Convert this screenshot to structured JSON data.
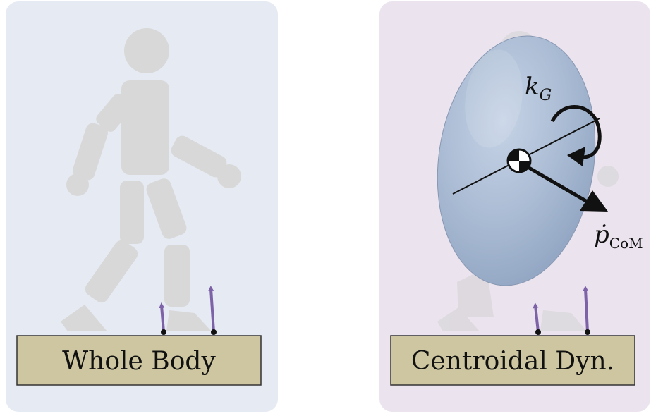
{
  "left_panel": {
    "label": "Whole Body"
  },
  "right_panel": {
    "label": "Centroidal Dyn.",
    "angular_momentum_symbol": "k",
    "angular_momentum_subscript": "G",
    "linear_momentum_symbol": "ṗ",
    "linear_momentum_subscript": "CoM"
  },
  "colors": {
    "left_panel_bg": "#e6eaf2",
    "right_panel_bg": "#ebe3ee",
    "label_box_fill": "#cdc6a0",
    "force_arrow": "#7d62a8",
    "body_silhouette": "#d8d8d8",
    "ellipsoid": "#a9bad2"
  }
}
